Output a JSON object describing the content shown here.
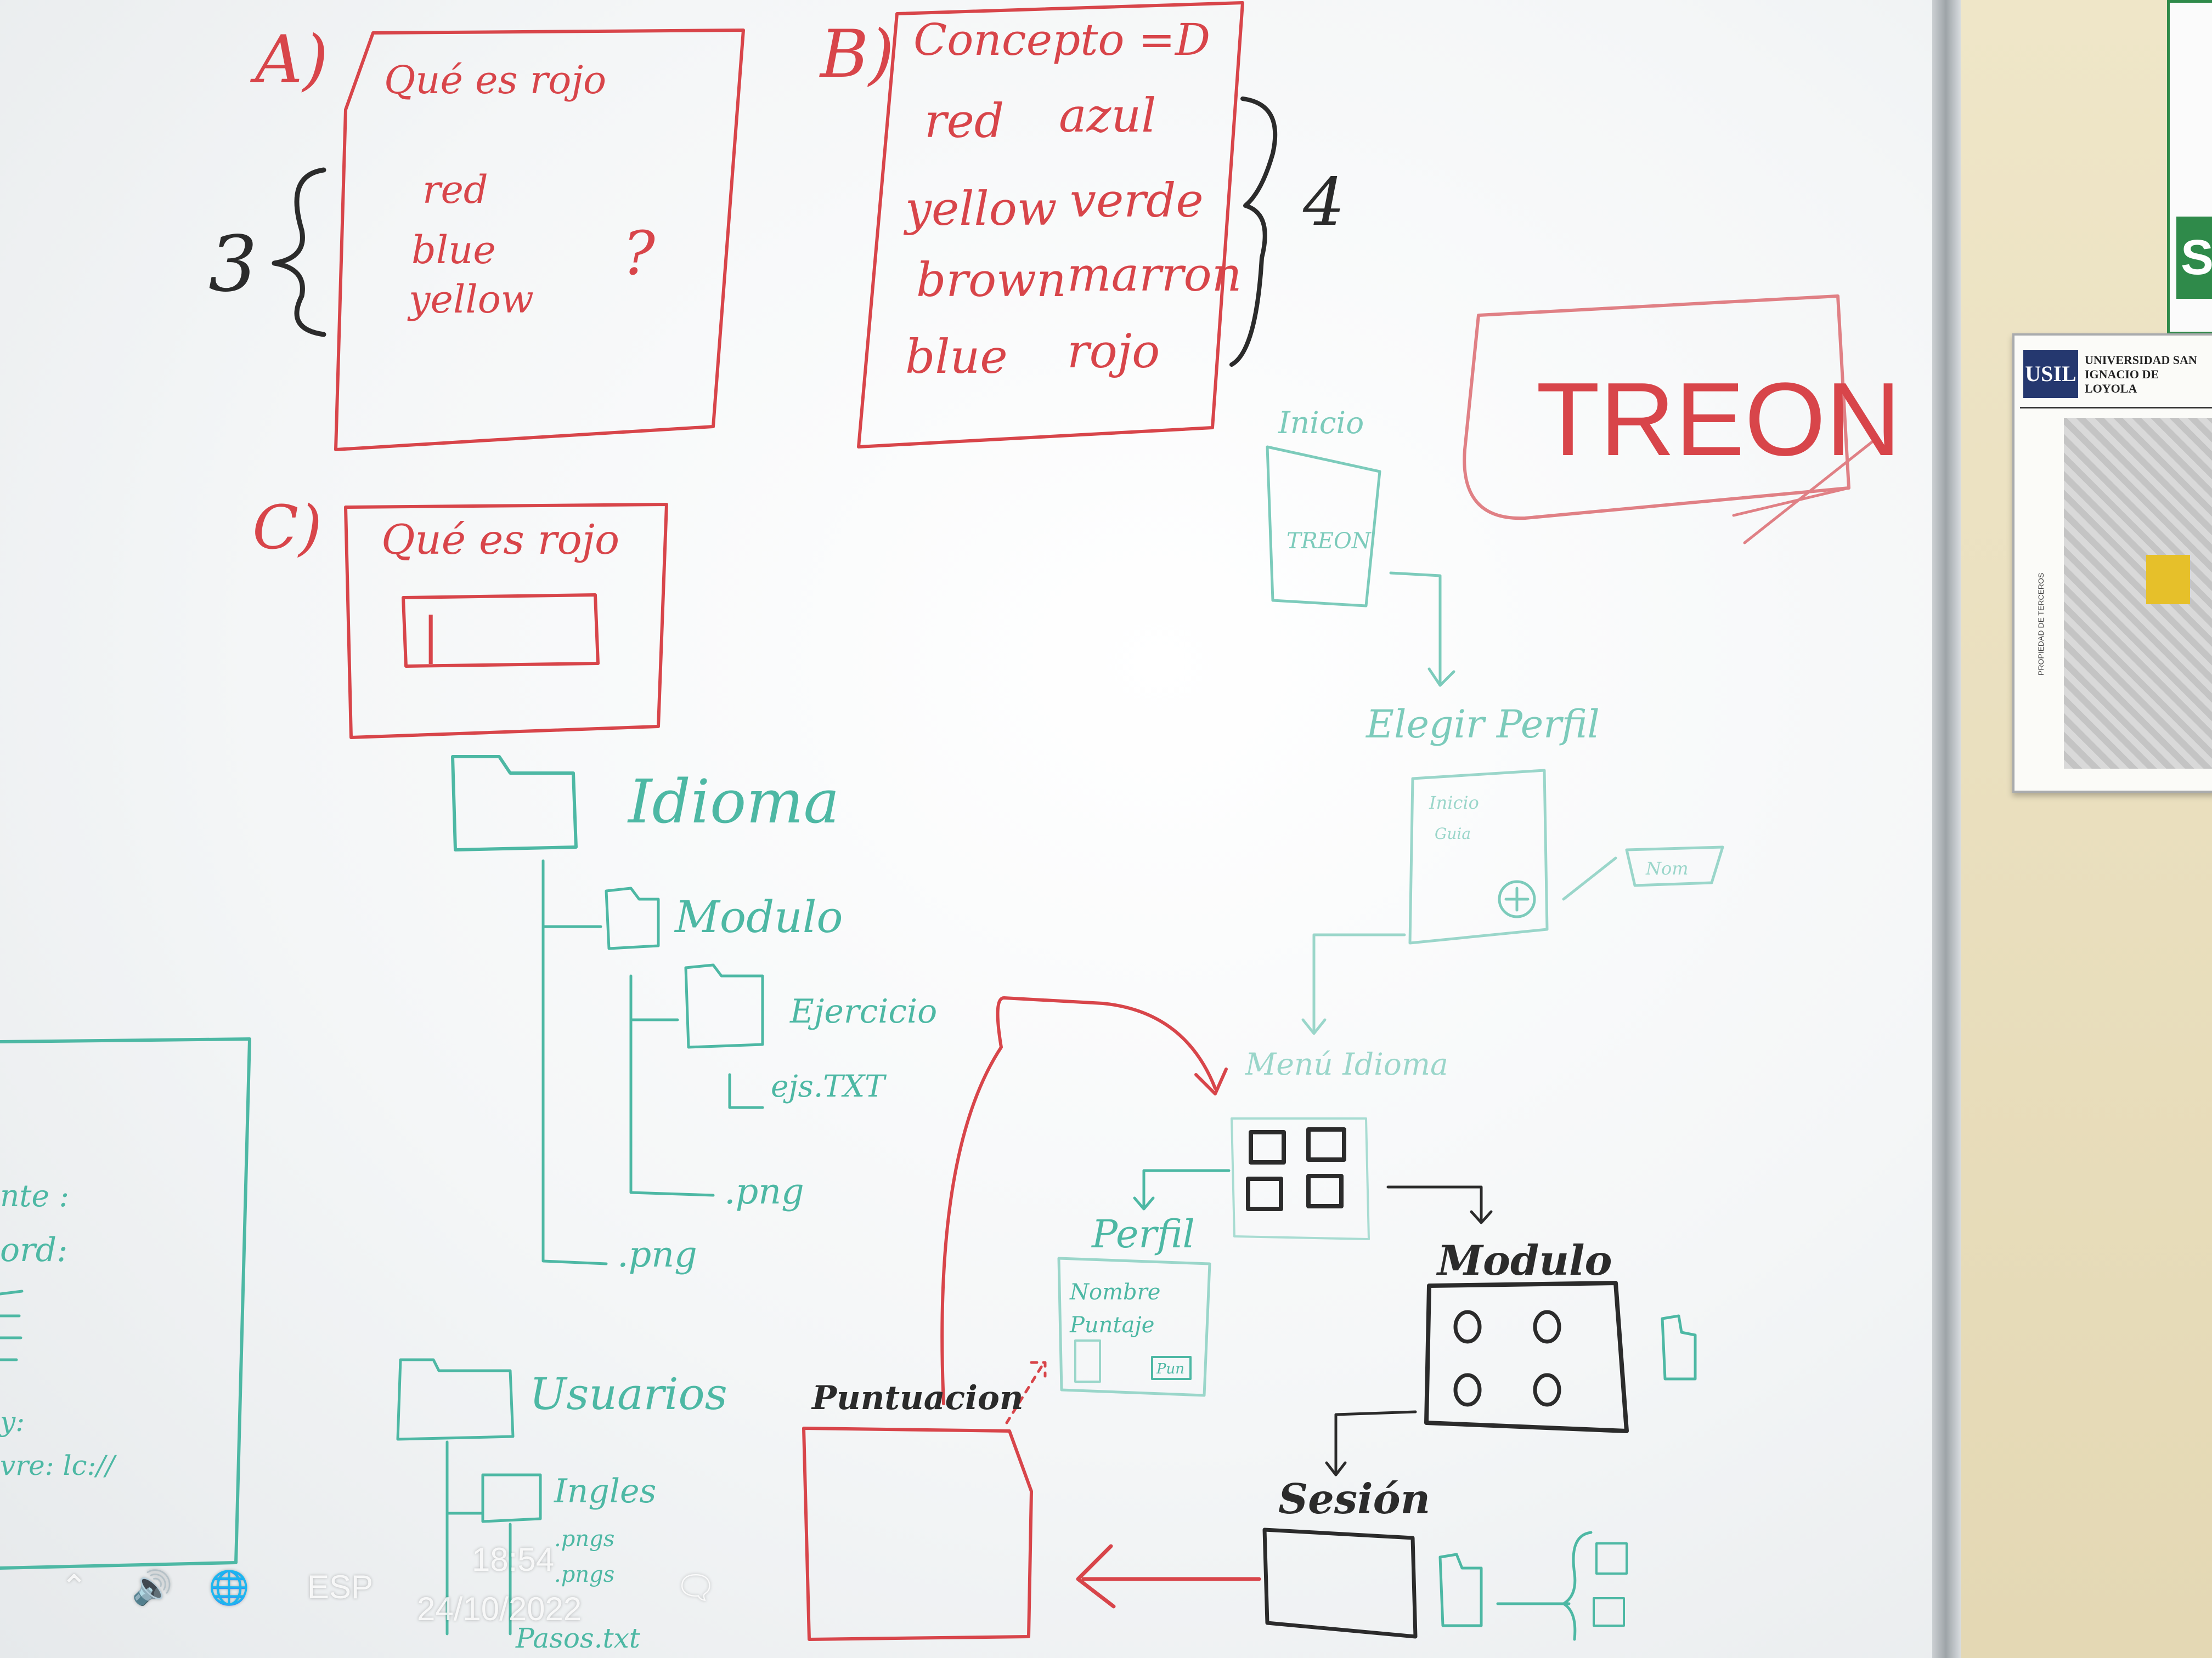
{
  "board": {
    "section_a": {
      "label": "A)",
      "title": "Qué es rojo",
      "options": [
        "red",
        "blue",
        "yellow"
      ],
      "question_mark": "?",
      "brace_count": "3"
    },
    "section_b": {
      "label": "B)",
      "title": "Concepto =D",
      "pairs": [
        {
          "en": "red",
          "es": "azul"
        },
        {
          "en": "yellow",
          "es": "verde"
        },
        {
          "en": "brown",
          "es": "marron"
        },
        {
          "en": "blue",
          "es": "rojo"
        }
      ],
      "brace_count": "4"
    },
    "section_c": {
      "label": "C)",
      "title": "Qué es rojo",
      "input_cursor": "|"
    },
    "logo_box": "TREON",
    "folder_tree": {
      "root": "Idioma",
      "children": [
        {
          "name": "Modulo"
        },
        {
          "name": "Ejercicio"
        },
        {
          "name": "ejs.TXT"
        },
        {
          "name": ".png"
        },
        {
          "name": ".png"
        }
      ],
      "users_root": "Usuarios",
      "users_child": "Ingles",
      "users_files": [
        ".pngs",
        ".pngs",
        "Pasos.txt"
      ]
    },
    "flow": {
      "start": "Inicio",
      "start_card": "TREON",
      "choose_profile": "Elegir Perfil",
      "profile_card_lines": [
        "Inicio",
        "Guia"
      ],
      "mini_button": "Nom",
      "menu": "Menú Idioma",
      "profile": "Perfil",
      "profile_fields": [
        "Nombre",
        "Puntaje"
      ],
      "profile_button": "Pun",
      "module": "Modulo",
      "session": "Sesión",
      "scores": "Puntuacion"
    },
    "left_panel_fragments": [
      "nte :",
      "ord:",
      "y:",
      "vre: lc://"
    ]
  },
  "taskbar_reflection": {
    "lang": "ESP",
    "time": "18:54",
    "date": "24/10/2022"
  },
  "wall_sign": {
    "logo": "USIL",
    "institution": "UNIVERSIDAD SAN IGNACIO DE LOYOLA",
    "vertical_text": "PROPIEDAD DE TERCEROS"
  },
  "colors": {
    "red_marker": "#d8454a",
    "teal_marker": "#4db8a4",
    "black_marker": "#2b2b2b",
    "board": "#f6f7f8"
  }
}
